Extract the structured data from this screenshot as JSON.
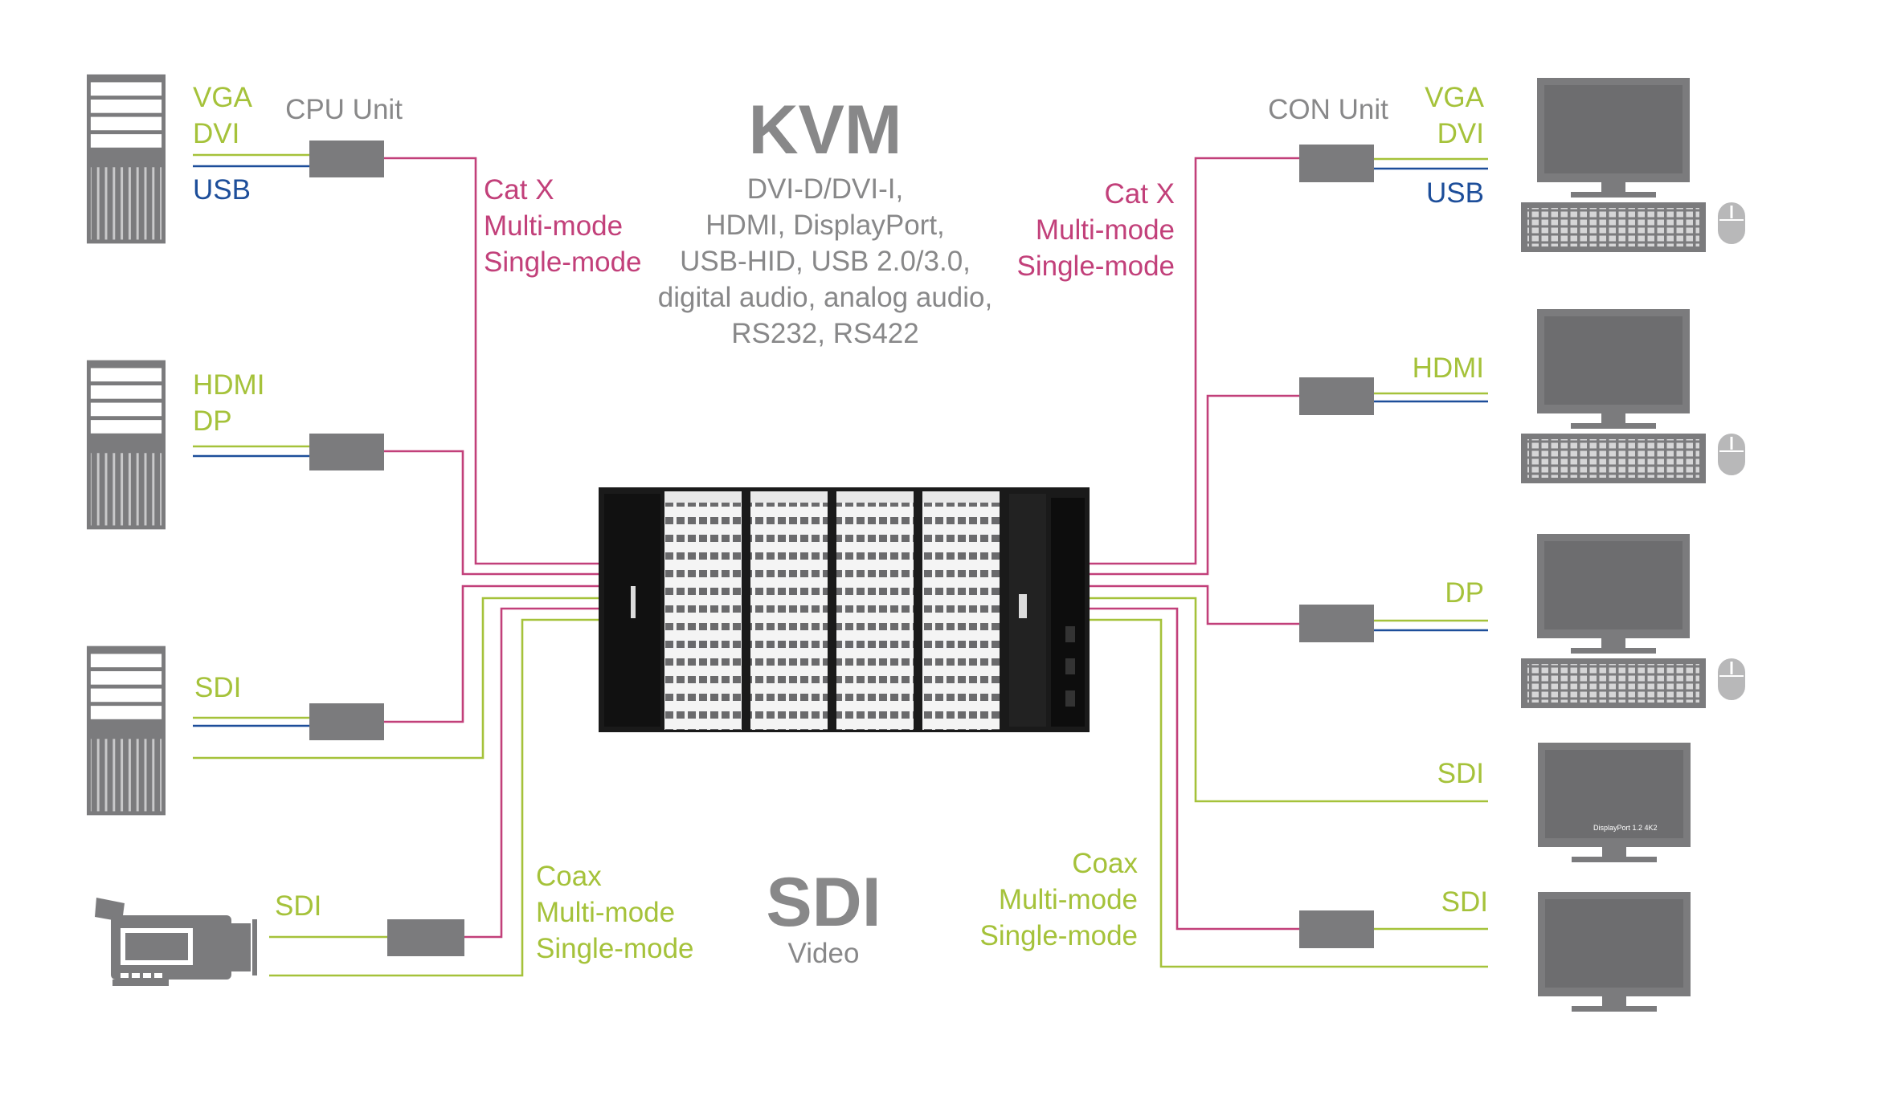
{
  "colors": {
    "green": "#a5c23a",
    "blue": "#1d4e9a",
    "magenta": "#c2407a",
    "gray_text": "#888889",
    "device": "#7b7b7d"
  },
  "kvm": {
    "title": "KVM",
    "lines": [
      "DVI-D/DVI-I,",
      "HDMI, DisplayPort,",
      "USB-HID, USB 2.0/3.0,",
      "digital audio, analog audio,",
      "RS232, RS422"
    ]
  },
  "sdi": {
    "title": "SDI",
    "subtitle": "Video"
  },
  "cpu_unit_label": "CPU Unit",
  "con_unit_label": "CON Unit",
  "left_sources": [
    {
      "name": "tower-1",
      "signals": [
        "VGA",
        "DVI"
      ],
      "usb": "USB"
    },
    {
      "name": "tower-2",
      "signals": [
        "HDMI",
        "DP"
      ]
    },
    {
      "name": "tower-3",
      "signals": [
        "SDI"
      ]
    },
    {
      "name": "camera",
      "signals": [
        "SDI"
      ]
    }
  ],
  "right_sinks": [
    {
      "name": "workstation-1",
      "signals": [
        "VGA",
        "DVI"
      ],
      "usb": "USB"
    },
    {
      "name": "workstation-2",
      "signals": [
        "HDMI"
      ]
    },
    {
      "name": "workstation-3",
      "signals": [
        "DP"
      ]
    },
    {
      "name": "monitor-4",
      "signals": [
        "SDI"
      ],
      "screen_text": "DisplayPort 1.2 4K2"
    },
    {
      "name": "monitor-5",
      "signals": [
        "SDI"
      ]
    }
  ],
  "cat_cable_left": [
    "Cat X",
    "Multi-mode",
    "Single-mode"
  ],
  "cat_cable_right": [
    "Cat X",
    "Multi-mode",
    "Single-mode"
  ],
  "coax_left": [
    "Coax",
    "Multi-mode",
    "Single-mode"
  ],
  "coax_right": [
    "Coax",
    "Multi-mode",
    "Single-mode"
  ],
  "icons": [
    "server-tower-icon",
    "camcorder-icon",
    "monitor-icon",
    "keyboard-icon",
    "mouse-icon",
    "matrix-switch-icon"
  ]
}
